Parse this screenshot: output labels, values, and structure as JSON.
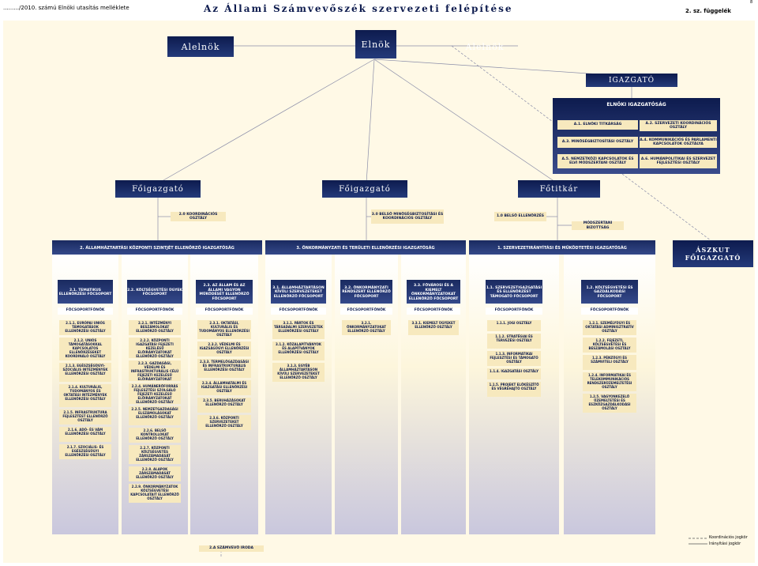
{
  "header": {
    "left": "........./2010. számú Elnöki utasítás melléklete",
    "title": "Az Állami Számvevőszék szervezeti felépítése",
    "right": "2. sz. függelék",
    "corner": "8"
  },
  "top": {
    "elnok": "Elnök",
    "alelnok_left": "Alelnök",
    "alelnok_right": "Alelnök",
    "igazgato": "IGAZGATÓ",
    "elnoki_igazgatosag": "ELNÖKI IGAZGATÓSÁG"
  },
  "elnoki_units": [
    "A.1. ELNÖKI TITKÁRSÁG",
    "A.2. SZERVEZETI KOORDINÁCIÓS OSZTÁLY",
    "A.3. MINŐSÉGBIZTOSÍTÁSI OSZTÁLY",
    "A.4. KOMMUNIKÁCIÓS ÉS PARLAMENTI KAPCSOLATOK OSZTÁLYA",
    "A.5. NEMZETKÖZI KAPCSOLATOK ÉS ELVI MÓDSZERTANI OSZTÁLY",
    "A.6. HUMÁNPOLITIKAI ÉS SZERVEZET FEJLESZTÉSI OSZTÁLY"
  ],
  "foigazgato_left": "Főigazgató",
  "foigazgato_mid": "Főigazgató",
  "fotitkar": "Főtitkár",
  "staff": {
    "koord": "2.0 KOORDINÁCIÓS OSZTÁLY",
    "belso_min": "3.0 BELSŐ MINŐSÉGBIZTOSÍTÁSI ÉS KOORDINÁCIÓS OSZTÁLY",
    "belso_ell": "1.0 BELSŐ ELLENŐRZÉS",
    "modszertani": "MÓDSZERTANI BIZOTTSÁG"
  },
  "directorates": [
    "2. ÁLLAMHÁZTARTÁSI KÖZPONTI SZINTJÉT ELLENŐRZŐ IGAZGATÓSÁG",
    "3. ÖNKORMÁNYZATI ÉS TERÜLETI ELLENŐRZÉSI IGAZGATÓSÁG",
    "1. SZERVEZETIRÁNYÍTÁSI ÉS MŰKÖDTETÉSI IGAZGATÓSÁG"
  ],
  "aszkut": "ÁSZKUT FŐIGAZGATÓ",
  "fo_label": "FŐCSOPORTFŐNÖK",
  "columns": [
    {
      "head": "2.1. TEMATIKUS ELLENŐRZÉSI FŐCSOPORT",
      "units": [
        "2.1.1. EURÓPAI UNIÓS TÁMOGATÁSOK ELLENŐRZÉSI OSZTÁLY",
        "2.1.2. UNIÓS TÁMOGATÁSOKKAL KAPCSOLATOS ELLENŐRZÉSEKET KOORDINÁLÓ OSZTÁLY",
        "2.1.3. EGÉSZSÉGÜGYI-SZOCIÁLIS INTÉZMÉNYEK ELLENŐRZÉSI OSZTÁLY",
        "2.1.4. KULTURÁLIS, TUDOMÁNYOS ÉS OKTATÁSI INTÉZMÉNYEK ELLENŐRZÉSI OSZTÁLY",
        "2.1.5. INFRASTRUKTURA FEJLESZTÉST ELLENŐRZŐ OSZTÁLY",
        "2.1.6. ADÓ- ÉS VÁM ELLENŐRZÉSI OSZTÁLY",
        "2.1.7. SZOCIÁLIS- ÉS EGÉSZSÉGÜGYI ELLENŐRZÉSI OSZTÁLY"
      ]
    },
    {
      "head": "2.2. KÖLTSÉGVETÉSI ÜGYEK FŐCSOPORT",
      "units": [
        "2.2.1. INTÉZMÉNYI BESZÁMOLÓKAT ELLENŐRZŐ OSZTÁLY",
        "2.2.2. KÖZPONTI IGAZGATÁSI FEJEZETI KEZELÉSŰ ELŐIRÁNYZATOKAT ELLENŐRZŐ OSZTÁLY",
        "2.2.3. GAZDASÁGI, VÉDELMI ÉS INFRASTRUKTURÁLIS CÉLÚ FEJEZETI KEZELÉSŰ ELŐIRÁNYZATOKAT ELLENŐRZŐ OSZTÁLY",
        "2.2.4. HUMÁNERŐFORRÁS FEJLESZTÉSI SZOLGÁLÓ FEJEZETI KEZELÉSŰ ELŐIRÁNYZATOKAT ELLENŐRZŐ OSZTÁLY",
        "2.2.5. NEMZETGAZDASÁGI ELSZÁMOLÁSOKAT ELLENŐRZŐ OSZTÁLY",
        "2.2.6. BELSŐ KONTROLLOKAT ELLENŐRZŐ OSZTÁLY",
        "2.2.7. KÖZPONTI KÖLTSÉGVETÉS ZÁRSZÁMADÁSÁT ELLENŐRZŐ OSZTÁLY",
        "2.2.8. ALAPOK ZÁRSZÁMADÁSÁT ELLENŐRZŐ OSZTÁLY",
        "2.2.9. ÖNKORMÁNYZATOK KÖLTSÉGVETÉSI KAPCSOLATAIT ELLENŐRZŐ OSZTÁLY"
      ]
    },
    {
      "head": "2.3. AZ ÁLLAM ÉS AZ ÁLLAMI VAGYON MŰKÖDÉSÉT ELLENŐRZŐ FŐCSOPORT",
      "units": [
        "2.3.1. OKTATÁSI, KULTURÁLIS ÉS TUDOMÁNYOS ELLENŐRZÉSI OSZTÁLY",
        "2.3.2. VÉDELMI ÉS IGAZSÁGÜGYI ELLENŐRZÉSI OSZTÁLY",
        "2.3.3. TERMELŐGAZDASÁGI ÉS INFRASTRUKTURÁLIS ELLENŐRZÉSI OSZTÁLY",
        "2.3.4. ÁLLAMHATALMI ÉS IGAZGATÁSI ELLENŐRZÉSI OSZTÁLY",
        "2.3.5. BERUHÁZÁSOKAT ELLENŐRZŐ OSZTÁLY",
        "2.3.6. KÖZPONTI SZERVEZETEKET ELLENŐRZŐ OSZTÁLY"
      ]
    },
    {
      "head": "3.1. ÁLLAMHÁZTARTÁSON KÍVÜLI SZERVEZETEKET ELLENŐRZŐ FŐCSOPORT",
      "units": [
        "3.1.1. PÁRTOK ÉS TÁRSADALMI SZERVEZETEK ELLENŐRZÉSI OSZTÁLY",
        "3.1.2. KÖZALAPÍTVÁNYOK ÉS ALAPÍTVÁNYOK ELLENŐRZÉSI OSZTÁLY",
        "3.1.3. EGYÉB ÁLLAMHÁZTARTÁSON KÍVÜLI SZERVEZETEKET ELLENŐRZŐ OSZTÁLY"
      ]
    },
    {
      "head": "3.2. ÖNKORMÁNYZATI RENDSZERT ELLENŐRZŐ FŐCSOPORT",
      "units": [
        "3.2.1. ÖNKORMÁNYZATOKAT ELLENŐRZŐ OSZTÁLY"
      ]
    },
    {
      "head": "3.3. FŐVÁROSI ÉS A KIEMELT ÖNKORMÁNYZATOKAT ELLENŐRZŐ FŐCSOPORT",
      "units": [
        "3.3.1. KIEMELT ÜGYEKET ELLENŐRZŐ OSZTÁLY"
      ]
    },
    {
      "head": "1.1. SZERVEZETIGAZGATÁSI ÉS ELLENŐRZÉST TÁMOGATÓ FŐCSOPORT",
      "units": [
        "1.1.1. JOGI OSZTÁLY",
        "1.1.2. STRATÉGIAI ÉS TERVEZÉSI OSZTÁLY",
        "1.1.3. INFORMATIKAI FEJLESZTÉSI ÉS TÁMOGATÓ OSZTÁLY",
        "1.1.4. IGAZGATÁSI OSZTÁLY",
        "1.1.5. PROJEKT ELŐKÉSZÍTŐ ÉS VÉGREHAJTÓ OSZTÁLY"
      ]
    },
    {
      "head": "1.2. KÖLTSÉGVETÉSI ÉS GAZDÁLKODÁSI FŐCSOPORT",
      "units": [
        "1.2.1. SZEMÉLYÜGYI ÉS OKTATÁSI ADMINISZTRATÍV OSZTÁLY",
        "1.2.2. FEJEZETI, KÖLTSÉGVETÉSI ÉS BESZÁMOLÁSI OSZTÁLY",
        "1.2.3. PÉNZÜGYI ÉS SZÁMVITELI OSZTÁLY",
        "1.2.4. INFORMATIKAI ÉS TELEKOMMUNIKÁCIÓS RENDSZERÜZEMELTETÉSI OSZTÁLY",
        "1.2.5. VAGYONKEZELŐ ÜZEMELTETÉSI ÉS ESZKÖZGAZDÁLKODÁSI OSZTÁLY"
      ]
    }
  ],
  "footer": {
    "iroda": "2.A SZÁMVEVŐ IRODA",
    "legend_koord": "Koordinációs jogkör",
    "legend_iranyit": "Irányítási jogkör"
  }
}
